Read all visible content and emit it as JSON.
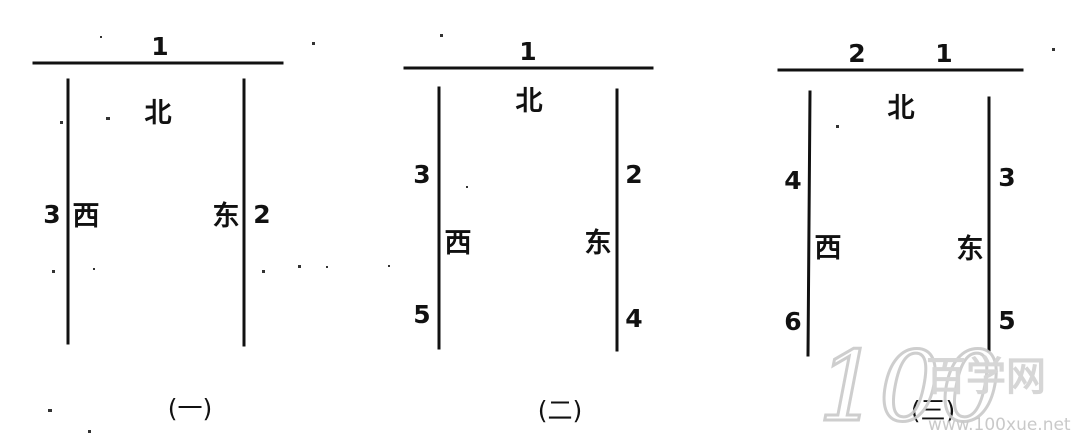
{
  "directions": {
    "north": "北",
    "west": "西",
    "east": "东"
  },
  "figures": [
    {
      "caption": "(一)",
      "top_labels": [
        "1"
      ],
      "west_labels": [
        "3"
      ],
      "east_labels": [
        "2"
      ]
    },
    {
      "caption": "(二)",
      "top_labels": [
        "1"
      ],
      "west_labels": [
        "3",
        "5"
      ],
      "east_labels": [
        "2",
        "4"
      ]
    },
    {
      "caption": "(三)",
      "top_labels": [
        "2",
        "1"
      ],
      "west_labels": [
        "4",
        "6"
      ],
      "east_labels": [
        "3",
        "5"
      ]
    }
  ],
  "watermark": {
    "logo_text": "100",
    "site_name": "百学网",
    "url": "www.100xue.net"
  }
}
